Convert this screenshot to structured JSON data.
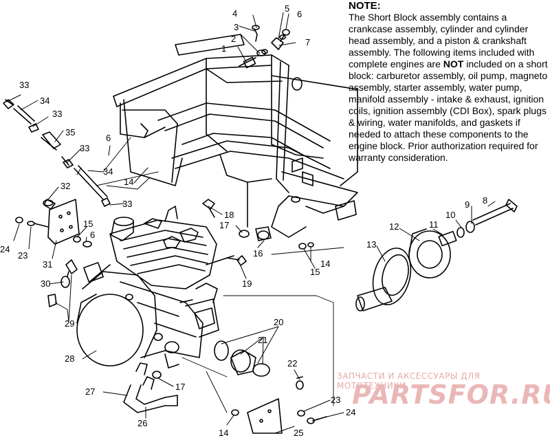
{
  "note": {
    "title": "NOTE:",
    "text_before": "The Short Block assembly contains a crankcase assembly, cylinder and cylinder head assembly, and a piston & crankshaft assembly.  The following items included with complete engines are ",
    "text_emphasis": "NOT",
    "text_after": " included on a short block:  carburetor assembly, oil pump, magneto assembly, starter assembly, water pump, manifold assembly - intake & exhaust, ignition coils, ignition assembly (CDI Box), spark plugs & wiring, water manifolds, and gaskets if needed to attach these components to the engine block.  Prior authorization required for warranty consideration."
  },
  "callouts": [
    {
      "key": "n1",
      "text": "1"
    },
    {
      "key": "n2",
      "text": "2"
    },
    {
      "key": "n3",
      "text": "3"
    },
    {
      "key": "n4",
      "text": "4"
    },
    {
      "key": "n5",
      "text": "5"
    },
    {
      "key": "n6a",
      "text": "6"
    },
    {
      "key": "n7",
      "text": "7"
    },
    {
      "key": "n33a",
      "text": "33"
    },
    {
      "key": "n34a",
      "text": "34"
    },
    {
      "key": "n33b",
      "text": "33"
    },
    {
      "key": "n35",
      "text": "35"
    },
    {
      "key": "n33c",
      "text": "33"
    },
    {
      "key": "n6b",
      "text": "6"
    },
    {
      "key": "n14a",
      "text": "14"
    },
    {
      "key": "n34b",
      "text": "34"
    },
    {
      "key": "n33d",
      "text": "33"
    },
    {
      "key": "n32",
      "text": "32"
    },
    {
      "key": "n8",
      "text": "8"
    },
    {
      "key": "n9",
      "text": "9"
    },
    {
      "key": "n10",
      "text": "10"
    },
    {
      "key": "n12",
      "text": "12"
    },
    {
      "key": "n11",
      "text": "11"
    },
    {
      "key": "n13",
      "text": "13"
    },
    {
      "key": "n18",
      "text": "18"
    },
    {
      "key": "n17a",
      "text": "17"
    },
    {
      "key": "n15a",
      "text": "15"
    },
    {
      "key": "n6c",
      "text": "6"
    },
    {
      "key": "n24a",
      "text": "24"
    },
    {
      "key": "n23a",
      "text": "23"
    },
    {
      "key": "n31",
      "text": "31"
    },
    {
      "key": "n16",
      "text": "16"
    },
    {
      "key": "n14b",
      "text": "14"
    },
    {
      "key": "n15b",
      "text": "15"
    },
    {
      "key": "n19",
      "text": "19"
    },
    {
      "key": "n30",
      "text": "30"
    },
    {
      "key": "n29",
      "text": "29"
    },
    {
      "key": "n20",
      "text": "20"
    },
    {
      "key": "n21",
      "text": "21"
    },
    {
      "key": "n28",
      "text": "28"
    },
    {
      "key": "n22",
      "text": "22"
    },
    {
      "key": "n17b",
      "text": "17"
    },
    {
      "key": "n27",
      "text": "27"
    },
    {
      "key": "n23b",
      "text": "23"
    },
    {
      "key": "n24b",
      "text": "24"
    },
    {
      "key": "n26",
      "text": "26"
    },
    {
      "key": "n14c",
      "text": "14"
    },
    {
      "key": "n25",
      "text": "25"
    }
  ],
  "watermark": {
    "subtitle": "ЗАПЧАСТИ И АКСЕССУАРЫ ДЛЯ МОТОТЕХНИКИ",
    "logo": "PARTSFOR.RU"
  }
}
